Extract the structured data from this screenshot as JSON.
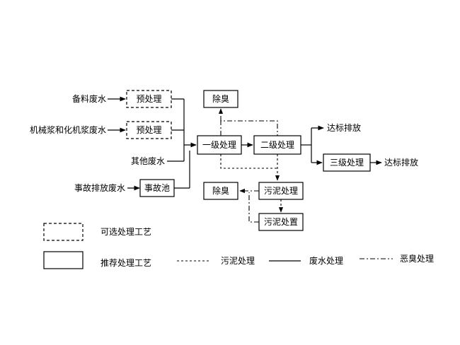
{
  "sources": {
    "material_wastewater": "备料废水",
    "mech_chem_pulp_wastewater": "机械浆和化机浆废水",
    "other_wastewater": "其他废水",
    "accident_discharge": "事故排放废水"
  },
  "units": {
    "pretreatment_1": "预处理",
    "pretreatment_2": "预处理",
    "accident_pool": "事故池",
    "primary": "一级处理",
    "secondary": "二级处理",
    "tertiary": "三级处理",
    "deodor_top": "除臭",
    "deodor_bottom": "除臭",
    "sludge_treatment": "污泥处理",
    "sludge_disposal": "污泥处置"
  },
  "outputs": {
    "discharge_after_secondary": "达标排放",
    "discharge_after_tertiary": "达标排放"
  },
  "legend": {
    "optional": "可选处理工艺",
    "recommended": "推荐处理工艺",
    "sludge_line": "污泥处理",
    "wastewater_line": "废水处理",
    "odor_line": "恶臭处理"
  }
}
